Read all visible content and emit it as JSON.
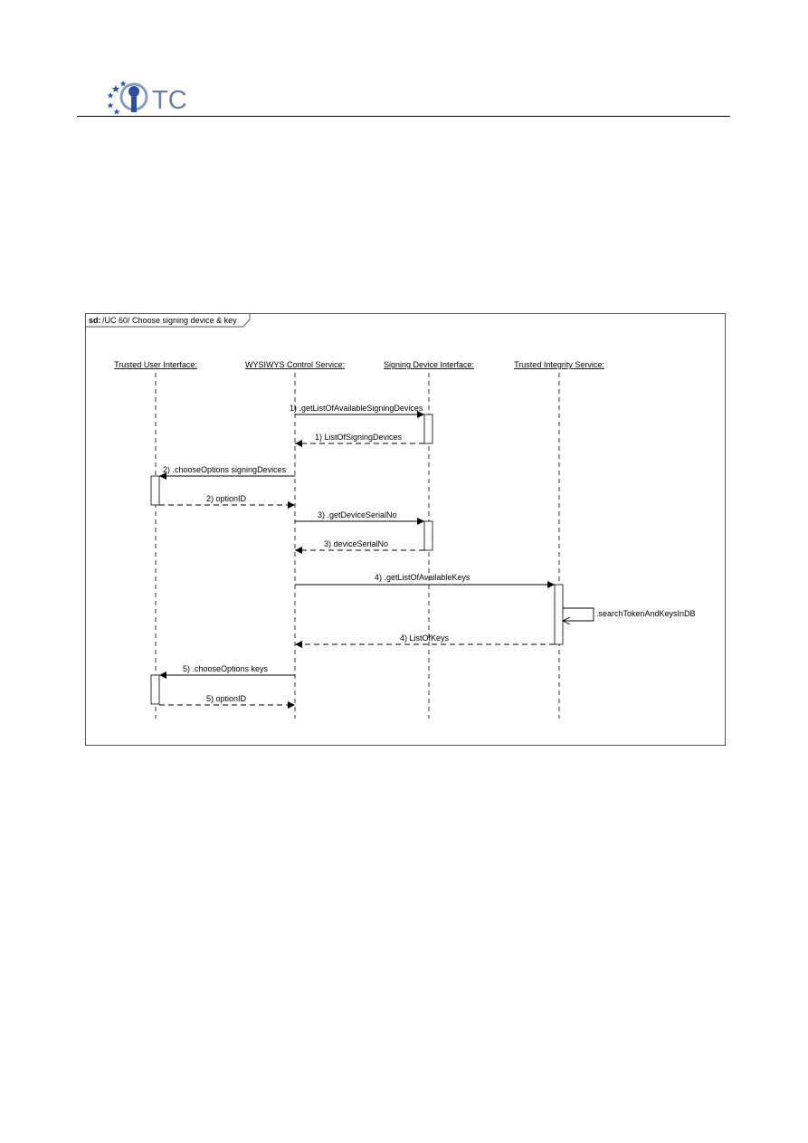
{
  "header": {
    "logo_text": "TC"
  },
  "diagram": {
    "frame_prefix": "sd:",
    "frame_title": "/UC 60/ Choose signing device & key",
    "lifelines": [
      {
        "label": "Trusted User Interface:"
      },
      {
        "label": "WYSIWYS Control Service:"
      },
      {
        "label": "Signing Device Interface:"
      },
      {
        "label": "Trusted Integrity Service:"
      }
    ],
    "messages": [
      {
        "label": "1) .getListOfAvailableSigningDevices",
        "from": 1,
        "to": 2,
        "kind": "call"
      },
      {
        "label": "1) ListOfSigningDevices",
        "from": 2,
        "to": 1,
        "kind": "return"
      },
      {
        "label": "2) .chooseOptions signingDevices",
        "from": 1,
        "to": 0,
        "kind": "call"
      },
      {
        "label": "2) optionID",
        "from": 0,
        "to": 1,
        "kind": "return"
      },
      {
        "label": "3) .getDeviceSerialNo",
        "from": 1,
        "to": 2,
        "kind": "call"
      },
      {
        "label": "3) deviceSerialNo",
        "from": 2,
        "to": 1,
        "kind": "return"
      },
      {
        "label": "4) .getListOfAvailableKeys",
        "from": 1,
        "to": 3,
        "kind": "call"
      },
      {
        "label": ".searchTokenAndKeysInDB",
        "from": 3,
        "to": 3,
        "kind": "self"
      },
      {
        "label": "4) ListOfKeys",
        "from": 3,
        "to": 1,
        "kind": "return"
      },
      {
        "label": "5) .chooseOptions keys",
        "from": 1,
        "to": 0,
        "kind": "call"
      },
      {
        "label": "5) optionID",
        "from": 0,
        "to": 1,
        "kind": "return"
      }
    ]
  }
}
